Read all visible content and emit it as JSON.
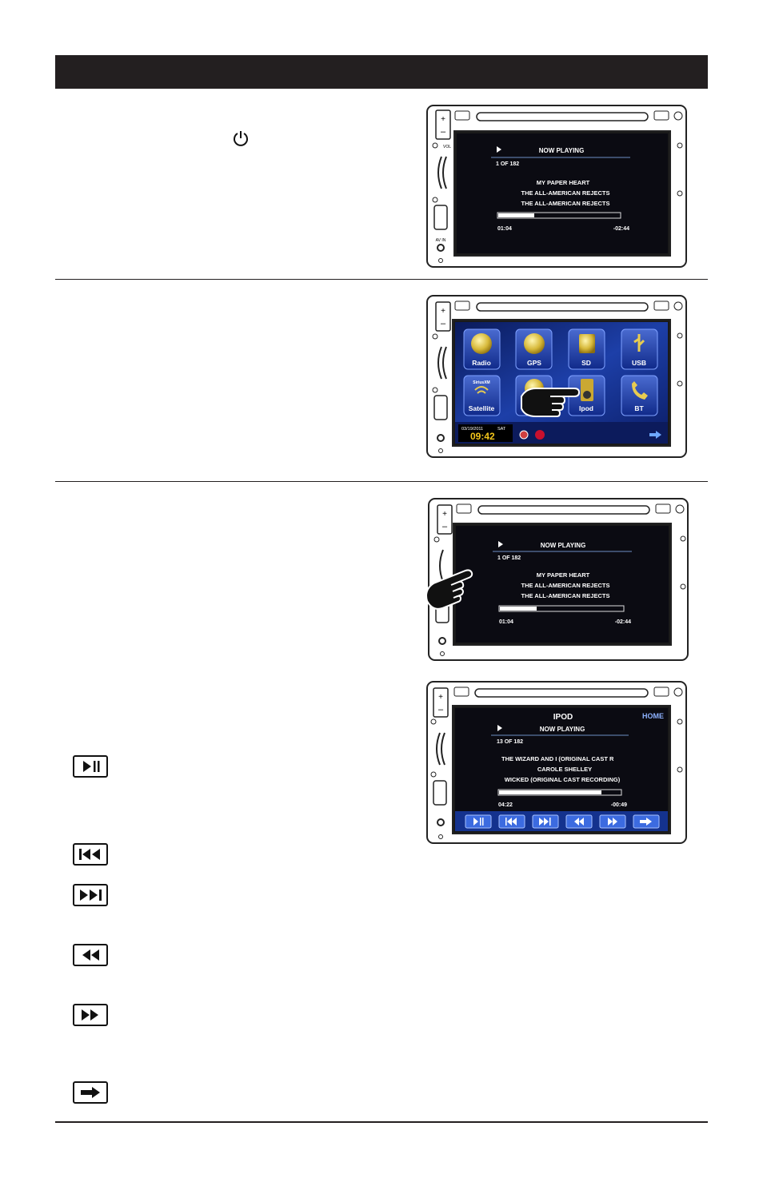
{
  "screens": {
    "now_playing": {
      "title": "NOW PLAYING",
      "track_count": "1 OF 182",
      "song": "MY PAPER HEART",
      "artist": "THE ALL-AMERICAN REJECTS",
      "album": "THE ALL-AMERICAN REJECTS",
      "elapsed": "01:04",
      "remaining": "-02:44",
      "progress": 0.3
    },
    "menu": {
      "tiles": [
        {
          "label": "Radio",
          "icon": "radio-icon"
        },
        {
          "label": "GPS",
          "icon": "globe-icon"
        },
        {
          "label": "SD",
          "icon": "sd-card-icon"
        },
        {
          "label": "USB",
          "icon": "usb-icon"
        },
        {
          "label": "Satellite",
          "icon": "satellite-icon",
          "badge": "SiriusXM"
        },
        {
          "label": "",
          "icon": "disc-icon"
        },
        {
          "label": "Ipod",
          "icon": "ipod-icon"
        },
        {
          "label": "BT",
          "icon": "phone-icon"
        }
      ],
      "date": "03/19/2011",
      "day": "SAT",
      "time": "09:42"
    },
    "ipod": {
      "header": "IPOD",
      "home": "HOME",
      "title": "NOW PLAYING",
      "track_count": "13 OF 182",
      "song": "THE WIZARD AND I (ORIGINAL CAST R",
      "artist": "CAROLE SHELLEY",
      "album": "WICKED (ORIGINAL CAST RECORDING)",
      "elapsed": "04:22",
      "remaining": "-00:49",
      "progress": 0.84
    }
  },
  "device_labels": {
    "vol": "VOL",
    "av_in": "AV IN"
  },
  "keys": [
    "play-pause-icon",
    "previous-track-icon",
    "next-track-icon",
    "rewind-icon",
    "fast-forward-icon",
    "arrow-right-icon"
  ]
}
